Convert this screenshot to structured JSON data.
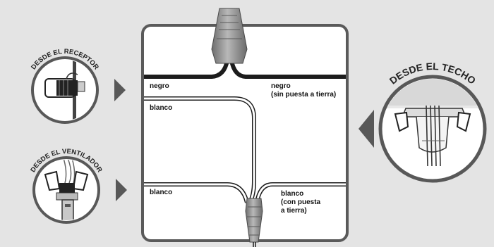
{
  "callouts": {
    "receptor": "DESDE EL RECEPTOR",
    "ventilador": "DESDE EL VENTILADOR",
    "techo": "DESDE EL TECHO"
  },
  "wire_labels": {
    "negro_left": "negro",
    "negro_right": "negro\n(sin puesta a tierra)",
    "blanco_top_left": "blanco",
    "blanco_bottom_left": "blanco",
    "blanco_bottom_right": "blanco\n(con puesta\na tierra)"
  },
  "colors": {
    "background": "#e4e4e4",
    "panel_border": "#5a5a5a",
    "wire_black": "#1c1c1c",
    "wire_white": "#ffffff",
    "connector": "#9a9a9a"
  }
}
